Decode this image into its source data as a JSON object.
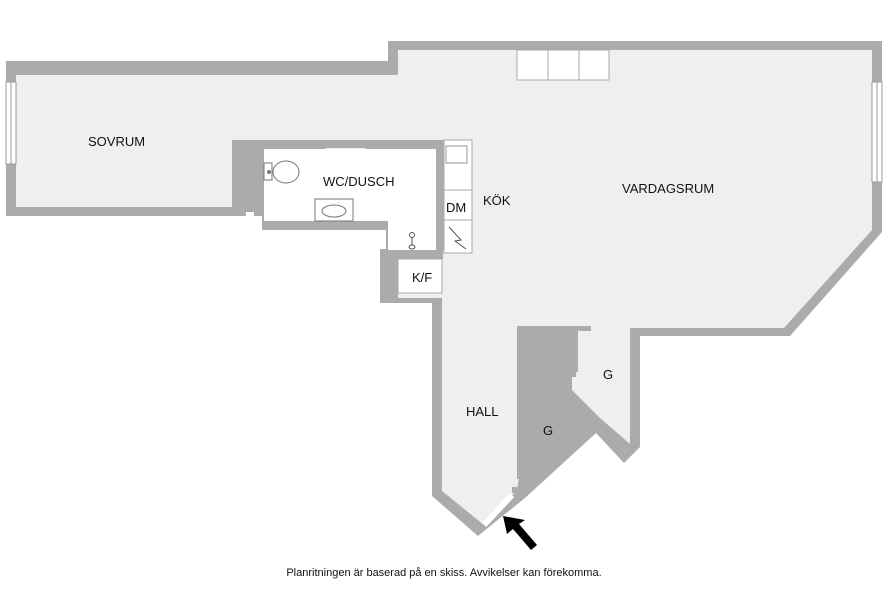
{
  "rooms": {
    "bedroom": "SOVRUM",
    "bathroom": "WC/DUSCH",
    "kitchen": "KÖK",
    "dishwasher": "DM",
    "fridge_freezer": "K/F",
    "living_room": "VARDAGSRUM",
    "hall": "HALL",
    "wardrobe_1": "G",
    "wardrobe_2": "G"
  },
  "footer": {
    "note": "Planritningen är baserad på en skiss. Avvikelser kan förekomma."
  },
  "colors": {
    "wall": "#ababab",
    "floor": "#efefef",
    "fixture": "#ffffff",
    "arrow": "#000000"
  },
  "icons": {
    "entrance": "entrance-arrow-icon",
    "toilet": "toilet-icon",
    "sink": "sink-icon",
    "shower": "shower-icon",
    "stove": "stove-icon"
  }
}
